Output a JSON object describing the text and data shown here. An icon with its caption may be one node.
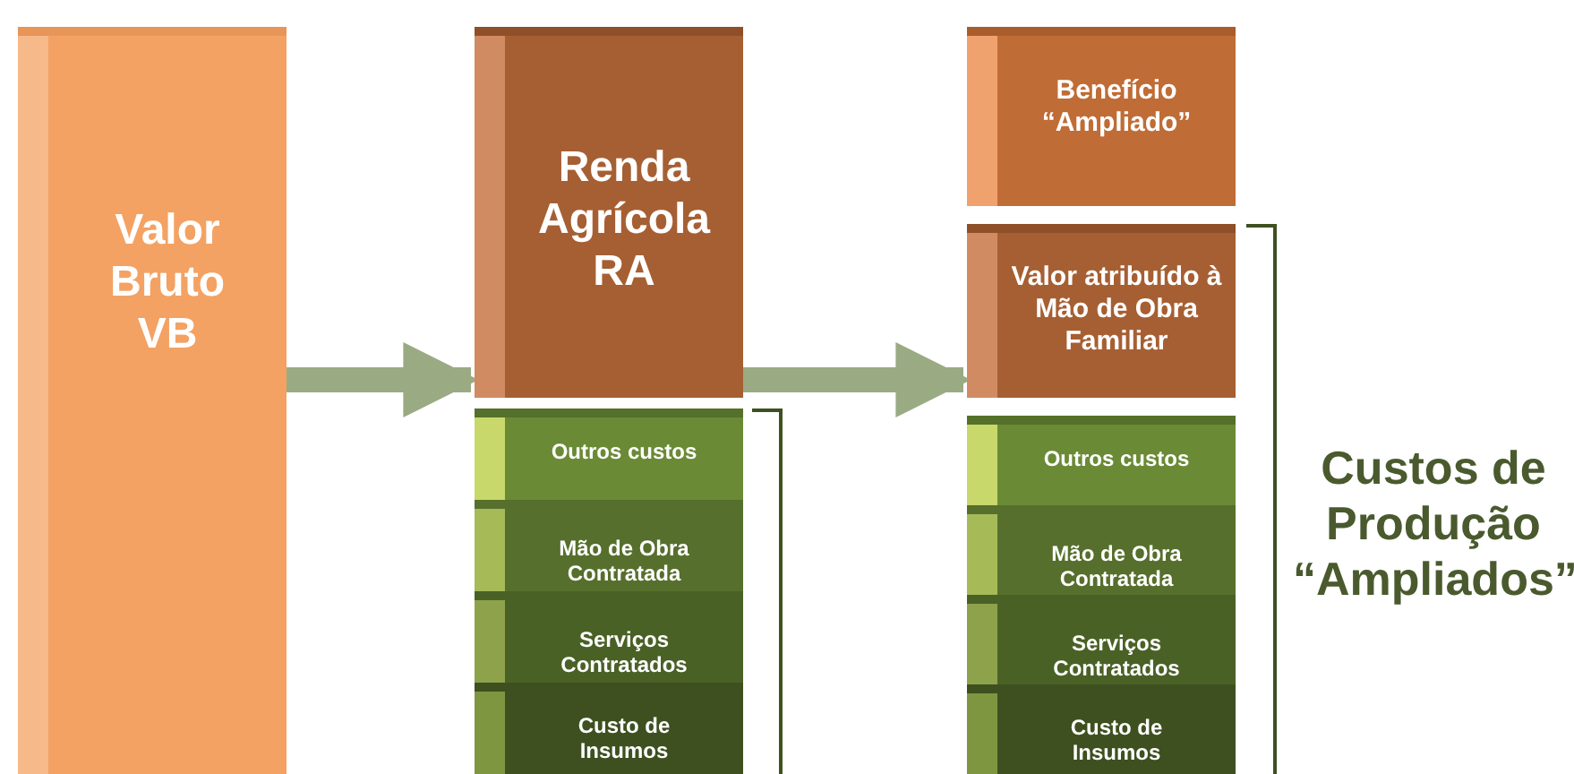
{
  "diagram": {
    "nodes": [
      {
        "text": [
          "Valor Bruto VB"
        ]
      },
      {
        "text": [
          "Renda Agrícola RA"
        ]
      },
      {
        "text": [
          "Outros custos"
        ]
      },
      {
        "text": [
          "Mão de Obra Contratada"
        ]
      },
      {
        "text": [
          "Serviços Contratados"
        ]
      },
      {
        "text": [
          "Custo de Insumos"
        ]
      },
      {
        "text": [
          "Benefício “Ampliado”"
        ]
      },
      {
        "text": [
          "Valor atribuído à Mão de Obra Familiar"
        ]
      },
      {
        "text": [
          "Outros custos"
        ]
      },
      {
        "text": [
          "Mão de Obra Contratada"
        ]
      },
      {
        "text": [
          "Serviços Contratados"
        ]
      },
      {
        "text": [
          "Custo de Insumos"
        ]
      }
    ],
    "edges": [
      {
        "from": 0,
        "to": 1,
        "arrow": "to"
      },
      {
        "from": 1,
        "to": 7,
        "arrow": "to"
      }
    ],
    "labels": [
      "Custos de Produção “Ampliados”"
    ]
  }
}
